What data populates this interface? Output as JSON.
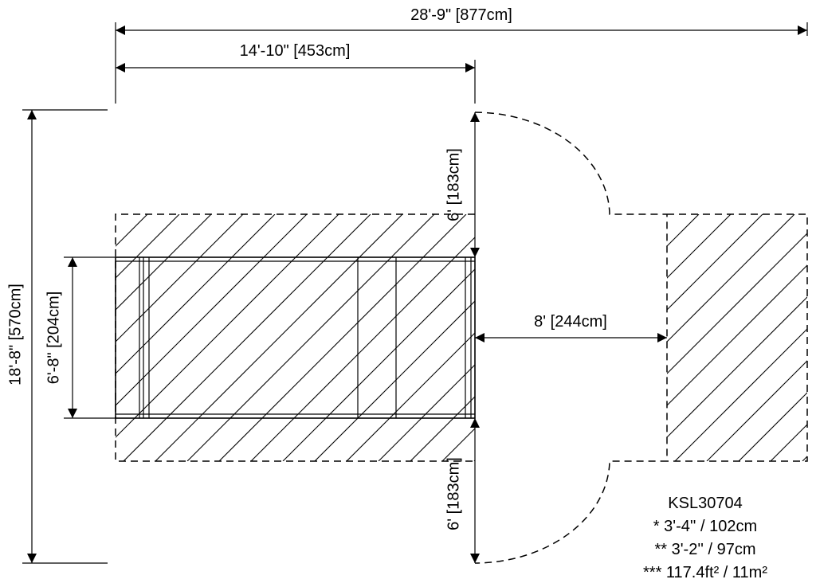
{
  "dimensions": {
    "overall_width": "28'-9\" [877cm]",
    "pool_length": "14'-10\" [453cm]",
    "overall_depth": "18'-8\" [570cm]",
    "pool_width": "6'-8\" [204cm]",
    "clearance_top": "6' [183cm]",
    "clearance_bottom": "6' [183cm]",
    "gap": "8' [244cm]"
  },
  "notes": {
    "model": "KSL30704",
    "line1": "* 3'-4'' / 102cm",
    "line2": "** 3'-2'' / 97cm",
    "line3": "*** 117.4ft² / 11m²"
  }
}
